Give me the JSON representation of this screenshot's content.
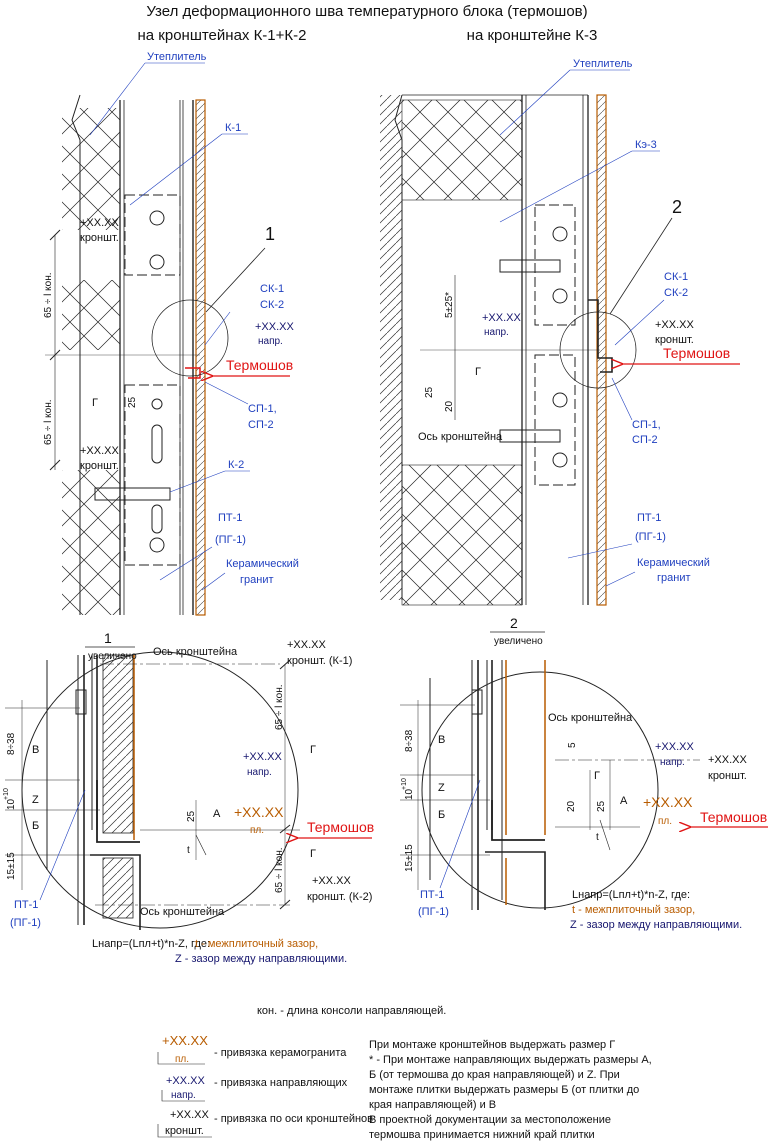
{
  "title": "Узел деформационного шва температурного блока (термошов)",
  "panels": {
    "left_heading": "на  кронштейнах  К-1+К-2",
    "right_heading": "на  кронштейне  К-3"
  },
  "labels": {
    "insulation": "Утеплитель",
    "k1": "К-1",
    "k2": "К-2",
    "ke3": "Кэ-3",
    "sk1": "СК-1",
    "sk2": "СК-2",
    "sp1": "СП-1,",
    "sp2": "СП-2",
    "pt1": "ПТ-1",
    "pg1": "(ПГ-1)",
    "ceramic1": "Керамический",
    "ceramic2": "гранит",
    "termoshov": "Термошов",
    "bracket_axis": "Ось кронштейна",
    "mark_1": "1",
    "mark_2": "2",
    "enlarged": "увеличено",
    "g": "Г",
    "a": "А",
    "b": "Б",
    "v": "В",
    "z": "Z",
    "t": "t"
  },
  "levels": {
    "value": "+XX.XX",
    "bracket": "кроншт.",
    "guide": "напр.",
    "plate": "пл.",
    "bracket_k1": "кроншт. (К-1)",
    "bracket_k2": "кроншт. (К-2)"
  },
  "dims": {
    "d65": "65 ÷ l кон.",
    "d25": "25",
    "d20": "20",
    "d5": "5",
    "d5_25": "5±25*",
    "d8_38": "8÷38",
    "d10": "10",
    "d10_sup": "+10",
    "d15": "15±15"
  },
  "formula": {
    "main": "Lнапр=(Lпл+t)*n-Z, где:",
    "t_desc": "t - межплиточный зазор,",
    "z_desc": "Z - зазор между направляющими."
  },
  "notes": {
    "kon": "кон. - длина консоли направляющей.",
    "legend": [
      "- привязка керамогранита",
      "- привязка направляющих",
      "- привязка по оси кронштейнов"
    ],
    "right": [
      "При монтаже кронштейнов выдержать размер Г",
      "* - При монтаже направляющих выдержать размеры А,",
      "Б (от термошва до края направляющей) и Z.  При",
      "монтаже плитки выдержать размеры Б (от плитки до",
      "края направляющей) и  В",
      "В проектной документации за местоположение",
      "термошва принимается нижний край плитки"
    ]
  },
  "colors": {
    "blue_label": "#1f3fbf",
    "navy": "#16166e",
    "orange": "#b85c00",
    "red": "#e01515"
  }
}
